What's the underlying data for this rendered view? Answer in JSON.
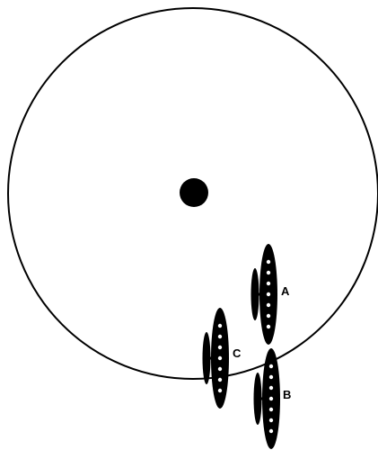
{
  "colors": {
    "background": "#ffffff",
    "ink": "#000000"
  },
  "diagram": {
    "objects": [
      {
        "id": "A",
        "label": "A"
      },
      {
        "id": "B",
        "label": "B"
      },
      {
        "id": "C",
        "label": "C"
      }
    ]
  }
}
